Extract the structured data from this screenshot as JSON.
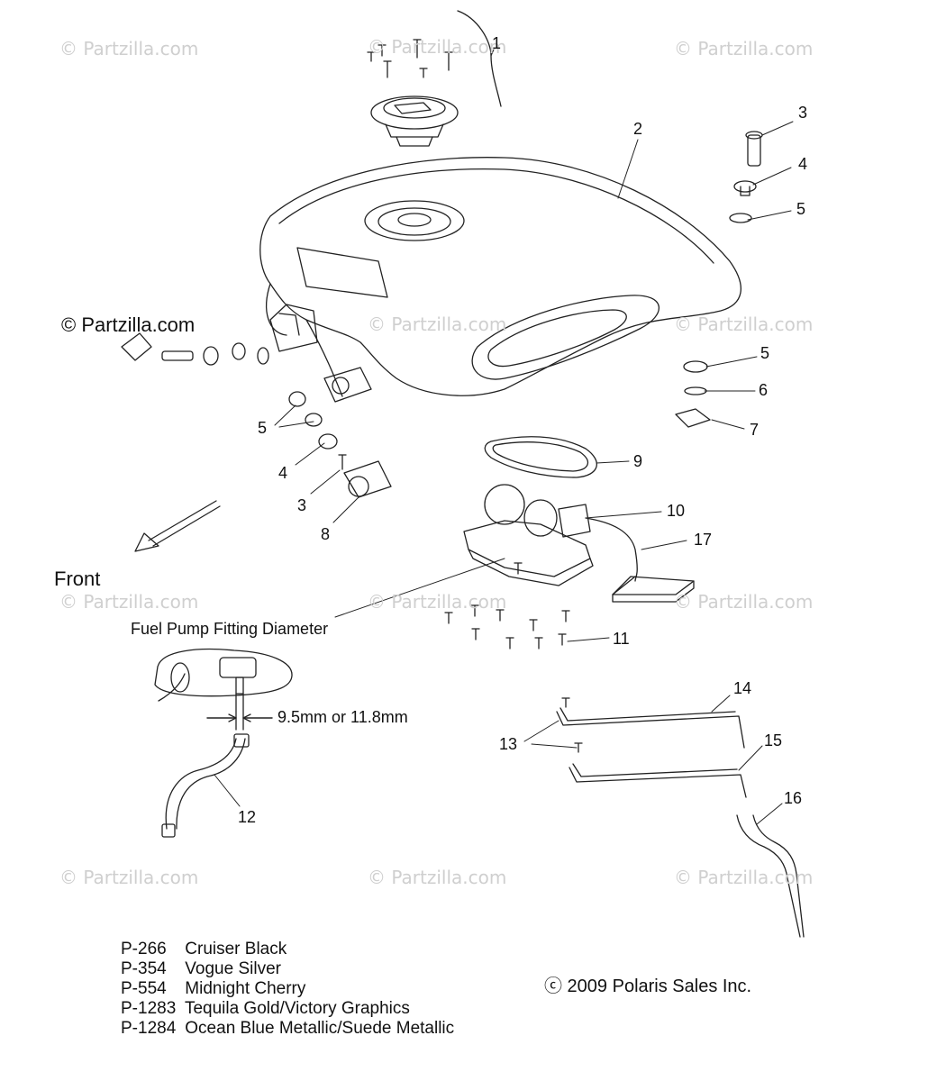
{
  "watermarks": [
    "© Partzilla.com",
    "© Partzilla.com",
    "© Partzilla.com",
    "© Partzilla.com",
    "© Partzilla.com",
    "© Partzilla.com",
    "© Partzilla.com",
    "© Partzilla.com",
    "© Partzilla.com",
    "© Partzilla.com",
    "© Partzilla.com"
  ],
  "copyright_main": "© Partzilla.com",
  "callouts": [
    "1",
    "2",
    "3",
    "4",
    "5",
    "5",
    "6",
    "7",
    "5",
    "4",
    "3",
    "8",
    "9",
    "10",
    "17",
    "11",
    "14",
    "13",
    "15",
    "16",
    "12"
  ],
  "front_label": "Front",
  "fitting": {
    "title": "Fuel Pump Fitting Diameter",
    "diameter": "9.5mm or 11.8mm"
  },
  "legend": [
    {
      "code": "P-266",
      "name": "Cruiser Black"
    },
    {
      "code": "P-354",
      "name": "Vogue Silver"
    },
    {
      "code": "P-554",
      "name": "Midnight Cherry"
    },
    {
      "code": "P-1283",
      "name": "Tequila Gold/Victory Graphics"
    },
    {
      "code": "P-1284",
      "name": "Ocean Blue Metallic/Suede Metallic"
    }
  ],
  "polaris_copyright": "ⓒ 2009 Polaris Sales Inc."
}
